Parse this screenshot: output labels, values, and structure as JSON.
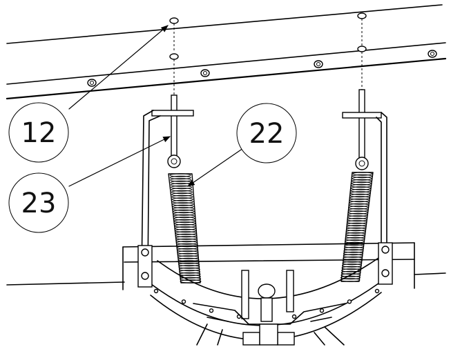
{
  "callouts": [
    {
      "id": "12",
      "label": "12"
    },
    {
      "id": "23",
      "label": "23"
    },
    {
      "id": "22",
      "label": "22"
    }
  ]
}
